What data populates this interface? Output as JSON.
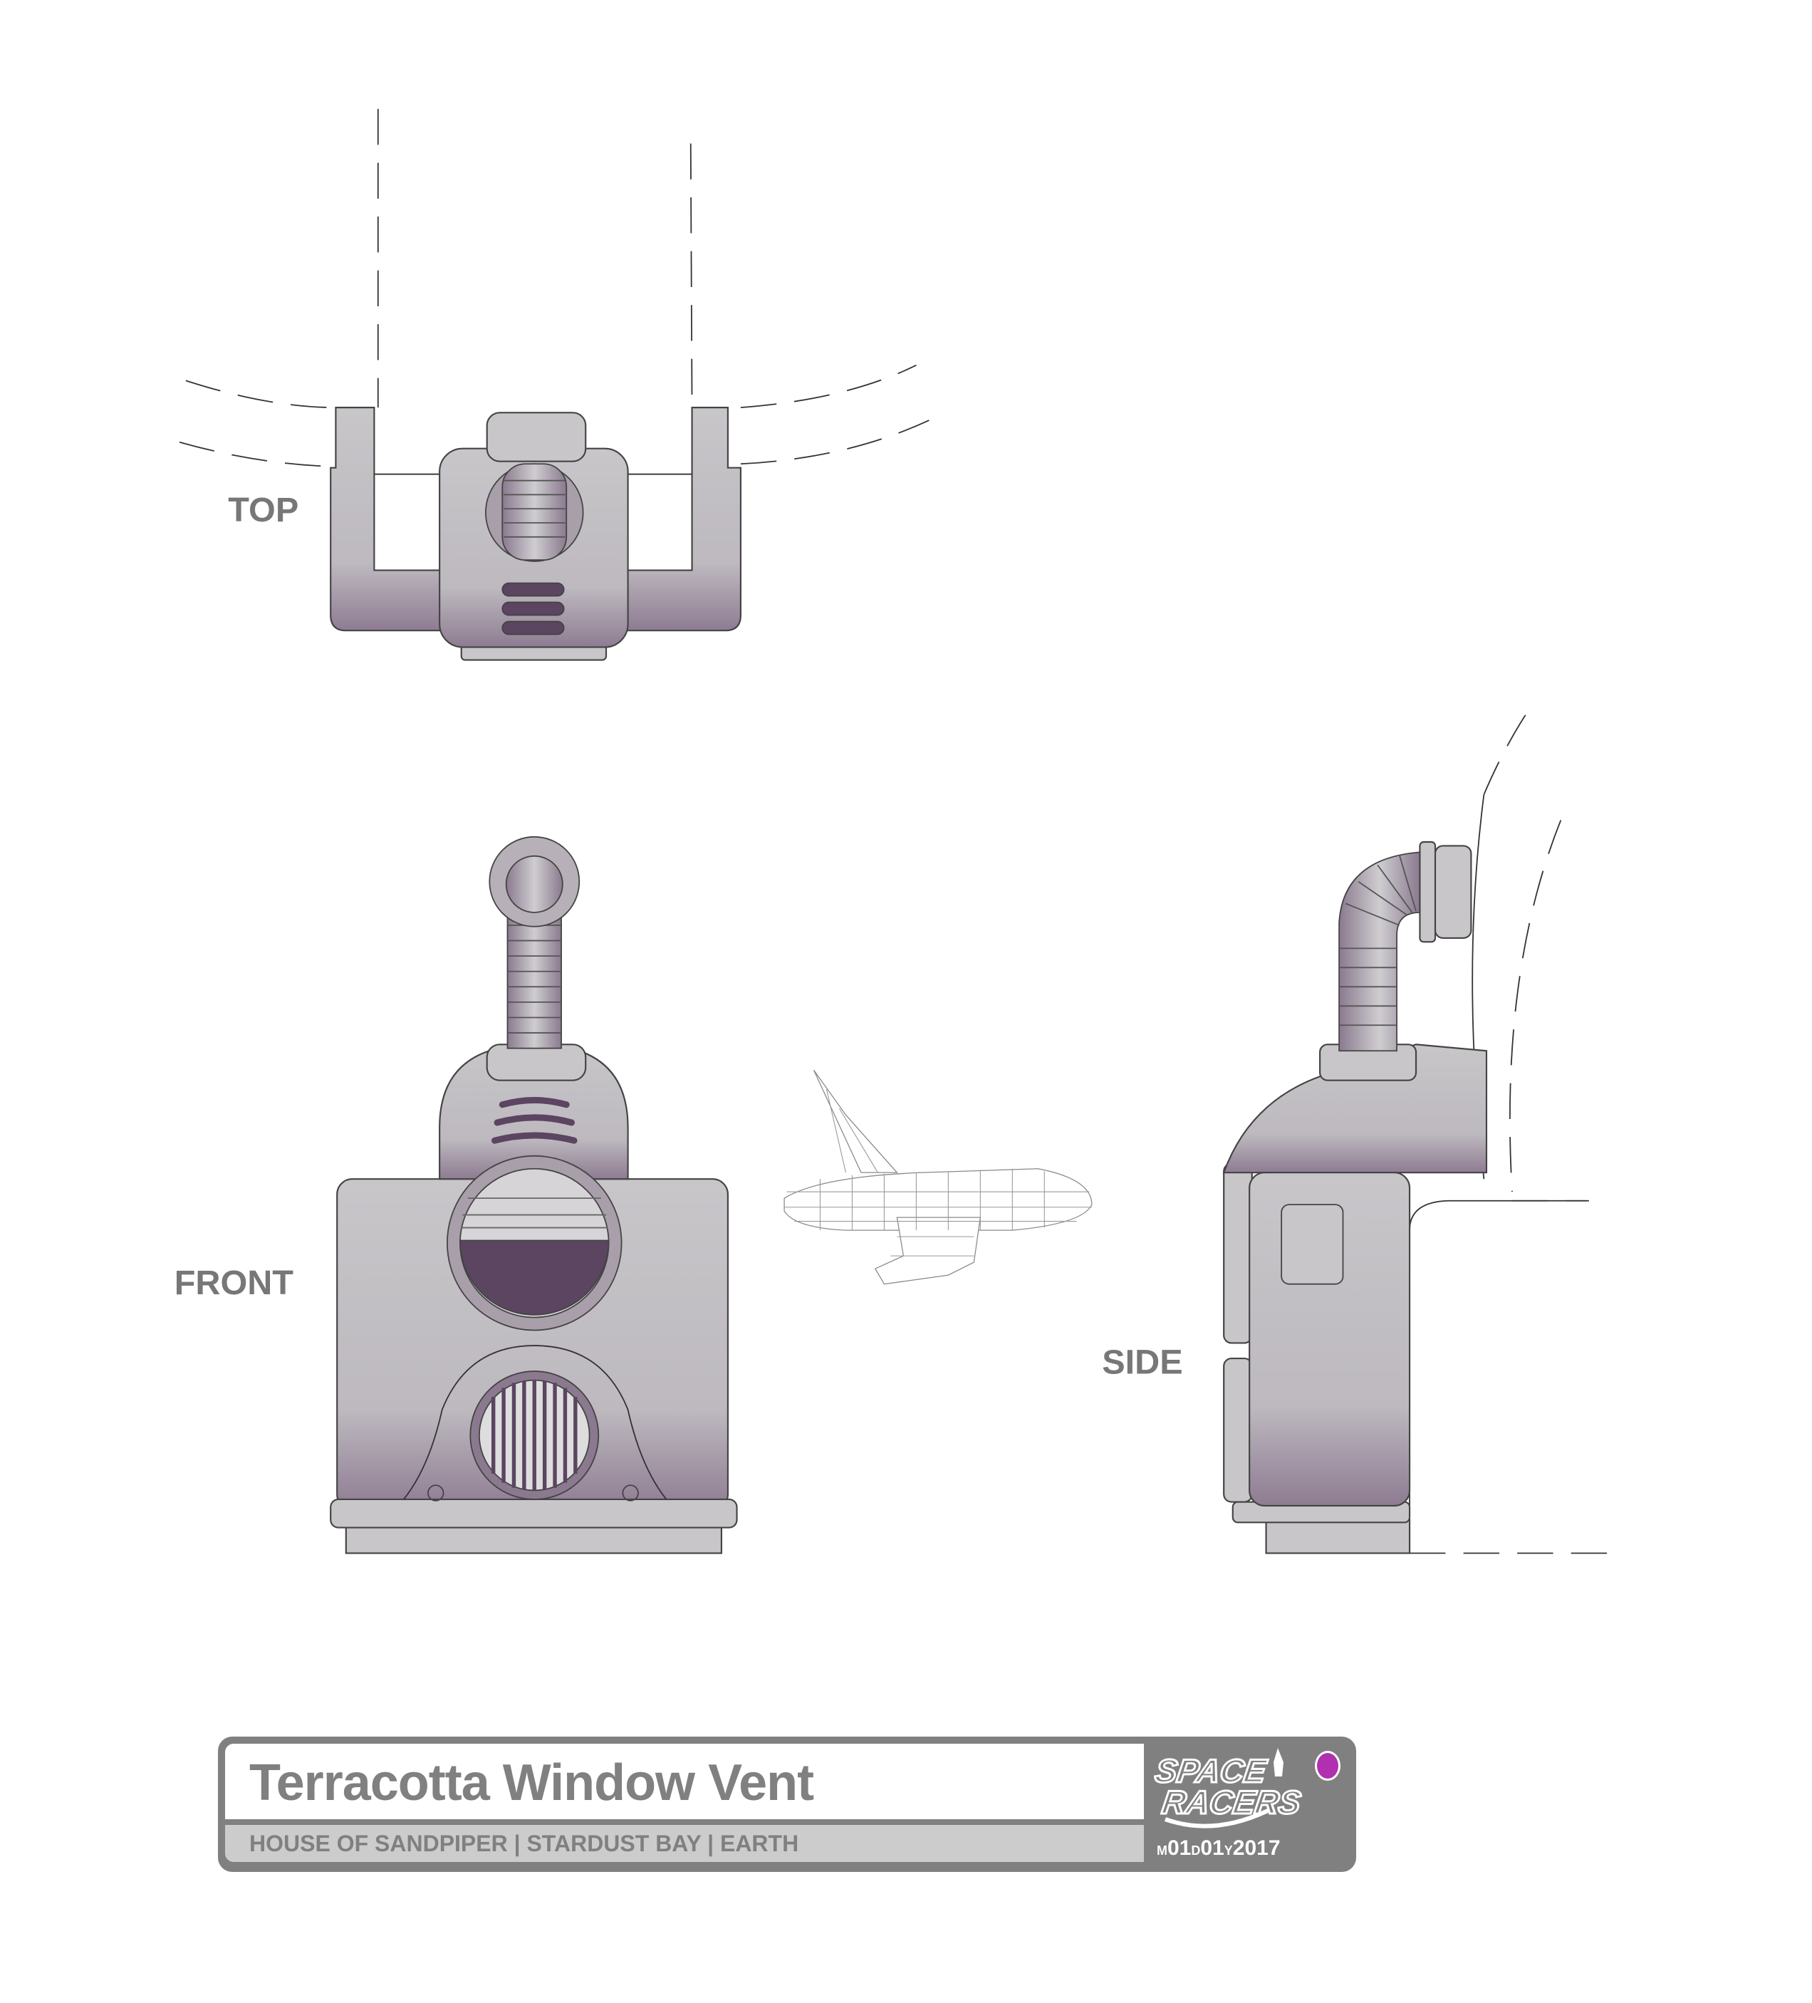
{
  "views": {
    "top": "TOP",
    "front": "FRONT",
    "side": "SIDE"
  },
  "title_block": {
    "title": "Terracotta Window Vent",
    "subtitle": "HOUSE OF SANDPIPER | STARDUST BAY | EARTH",
    "logo_text": "SPACE RACERS",
    "date": {
      "m_prefix": "M",
      "month": "01",
      "d_prefix": "D",
      "day": "01",
      "y_prefix": "Y",
      "year": "2017"
    },
    "status_color": "#b030b0"
  }
}
